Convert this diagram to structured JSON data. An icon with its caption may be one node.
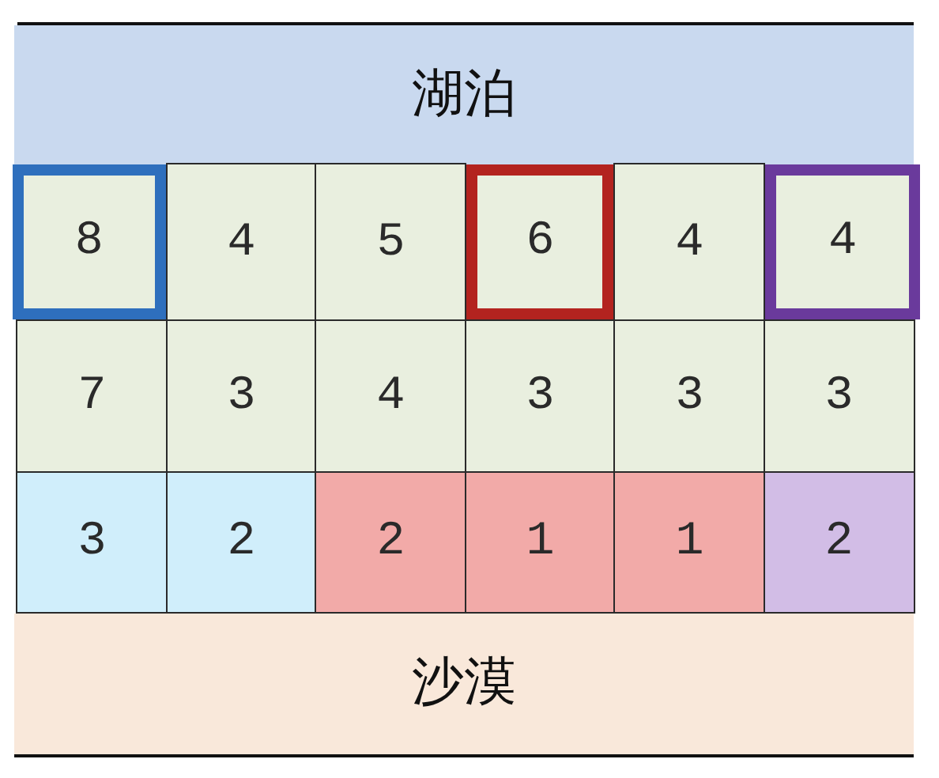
{
  "diagram": {
    "nodes": [
      {
        "text": [
          "湖泊"
        ]
      },
      {
        "text": [
          "8"
        ]
      },
      {
        "text": [
          "4"
        ]
      },
      {
        "text": [
          "5"
        ]
      },
      {
        "text": [
          "6"
        ]
      },
      {
        "text": [
          "4"
        ]
      },
      {
        "text": [
          "4"
        ]
      },
      {
        "text": [
          "7"
        ]
      },
      {
        "text": [
          "3"
        ]
      },
      {
        "text": [
          "4"
        ]
      },
      {
        "text": [
          "3"
        ]
      },
      {
        "text": [
          "3"
        ]
      },
      {
        "text": [
          "3"
        ]
      },
      {
        "text": [
          "3"
        ]
      },
      {
        "text": [
          "2"
        ]
      },
      {
        "text": [
          "2"
        ]
      },
      {
        "text": [
          "1"
        ]
      },
      {
        "text": [
          "1"
        ]
      },
      {
        "text": [
          "2"
        ]
      },
      {
        "text": [
          "沙漠"
        ]
      }
    ],
    "edges": []
  }
}
